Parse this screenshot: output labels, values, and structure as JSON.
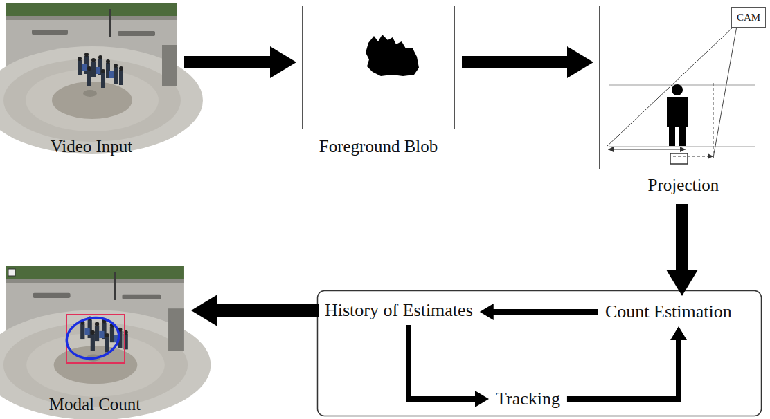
{
  "diagram": {
    "nodes": [
      {
        "text": [
          "Video Input"
        ]
      },
      {
        "text": [
          "Foreground Blob"
        ]
      },
      {
        "text": [
          "Projection"
        ]
      },
      {
        "text": [
          "CAM"
        ],
        "in": 2
      },
      {
        "text": [
          "Count Estimation"
        ]
      },
      {
        "text": [
          "History of Estimates"
        ]
      },
      {
        "text": [
          "Tracking"
        ]
      },
      {
        "text": [
          "Modal Count"
        ]
      }
    ],
    "edges": [
      {
        "from": 0,
        "to": 1,
        "arrow": "to"
      },
      {
        "from": 1,
        "to": 2,
        "arrow": "to"
      },
      {
        "from": 2,
        "to": 4,
        "arrow": "to"
      },
      {
        "from": 4,
        "to": 5,
        "arrow": "to"
      },
      {
        "from": 5,
        "to": 6,
        "arrow": "to"
      },
      {
        "from": 6,
        "to": 4,
        "arrow": "to"
      },
      {
        "from": 5,
        "to": 7,
        "arrow": "to"
      }
    ]
  }
}
